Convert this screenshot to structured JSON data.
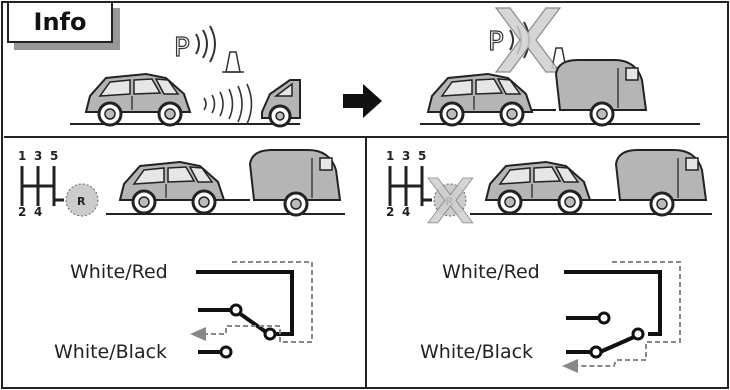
{
  "header": {
    "badge_label": "Info"
  },
  "parking_sensor": {
    "symbol_letter": "P"
  },
  "gear_shift": {
    "top_numbers": [
      "1",
      "3",
      "5"
    ],
    "bottom_numbers": [
      "2",
      "4"
    ],
    "reverse_label": "R"
  },
  "wiring": {
    "left": {
      "wire_top_label": "White/Red",
      "wire_bottom_label": "White/Black"
    },
    "right": {
      "wire_top_label": "White/Red",
      "wire_bottom_label": "White/Black"
    }
  },
  "colors": {
    "line": "#222222",
    "car_fill": "#b5b5b5",
    "accent_gray": "#888888",
    "cross": "#d0d0d0"
  }
}
